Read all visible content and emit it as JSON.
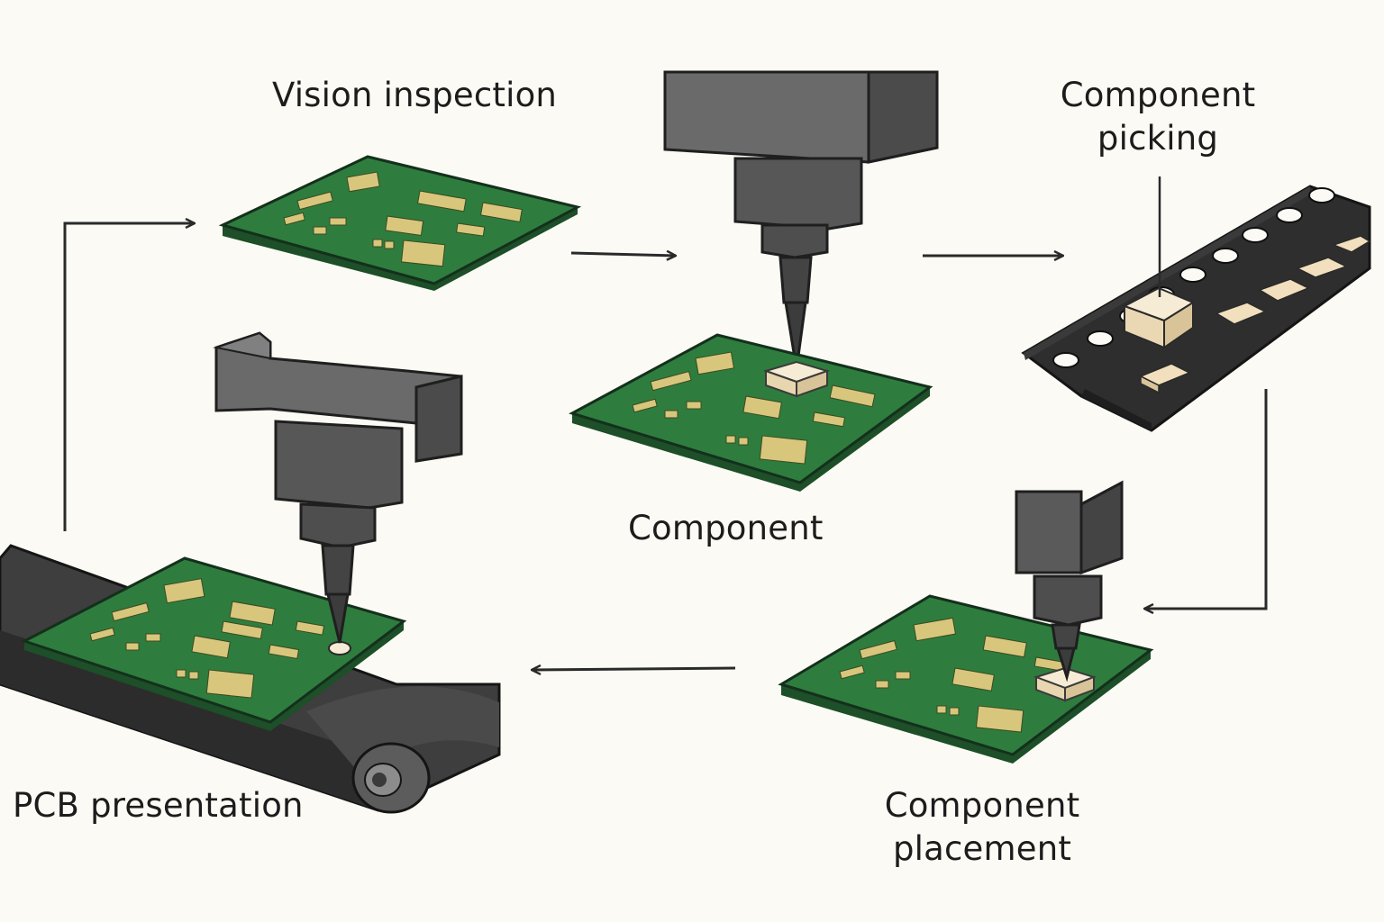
{
  "labels": {
    "vision_inspection": "Vision inspection",
    "component_picking_line1": "Component",
    "component_picking_line2": "picking",
    "component_center": "Component",
    "component_placement_line1": "Component",
    "component_placement_line2": "placement",
    "pcb_presentation": "PCB presentation"
  },
  "colors": {
    "background": "#fbfaf4",
    "pcb_green": "#2e7d3e",
    "pad_gold": "#d8c67c",
    "machine_gray": "#5c5c5c",
    "arrow": "#2a2a2a",
    "component_beige": "#f1dfbd"
  }
}
